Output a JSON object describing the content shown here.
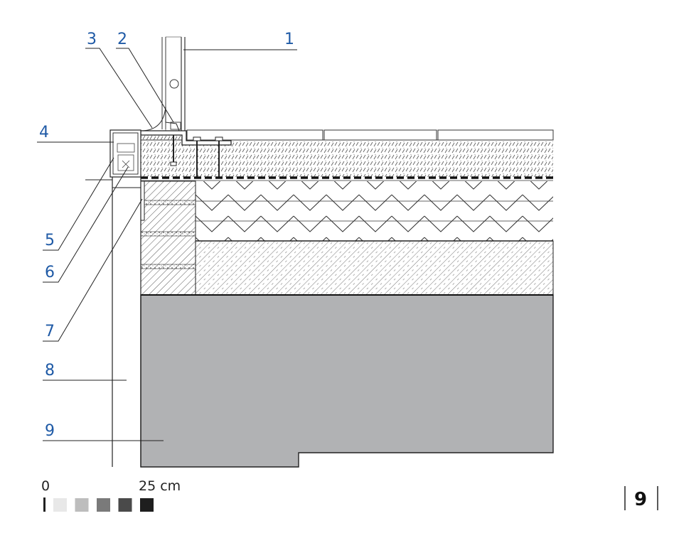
{
  "callouts": [
    {
      "id": "1",
      "label": "1"
    },
    {
      "id": "2",
      "label": "2"
    },
    {
      "id": "3",
      "label": "3"
    },
    {
      "id": "4",
      "label": "4"
    },
    {
      "id": "5",
      "label": "5"
    },
    {
      "id": "6",
      "label": "6"
    },
    {
      "id": "7",
      "label": "7"
    },
    {
      "id": "8",
      "label": "8"
    },
    {
      "id": "9",
      "label": "9"
    }
  ],
  "scale_bar": {
    "start_label": "0",
    "end_label": "25 cm",
    "swatches": [
      "#e8e8e8",
      "#bdbdbd",
      "#7a7a7a",
      "#4a4a4a",
      "#1e1e1e"
    ]
  },
  "page": {
    "number": "9"
  },
  "colors": {
    "callout": "#1f5aa6",
    "concrete": "#b1b2b4",
    "line": "#222222"
  }
}
